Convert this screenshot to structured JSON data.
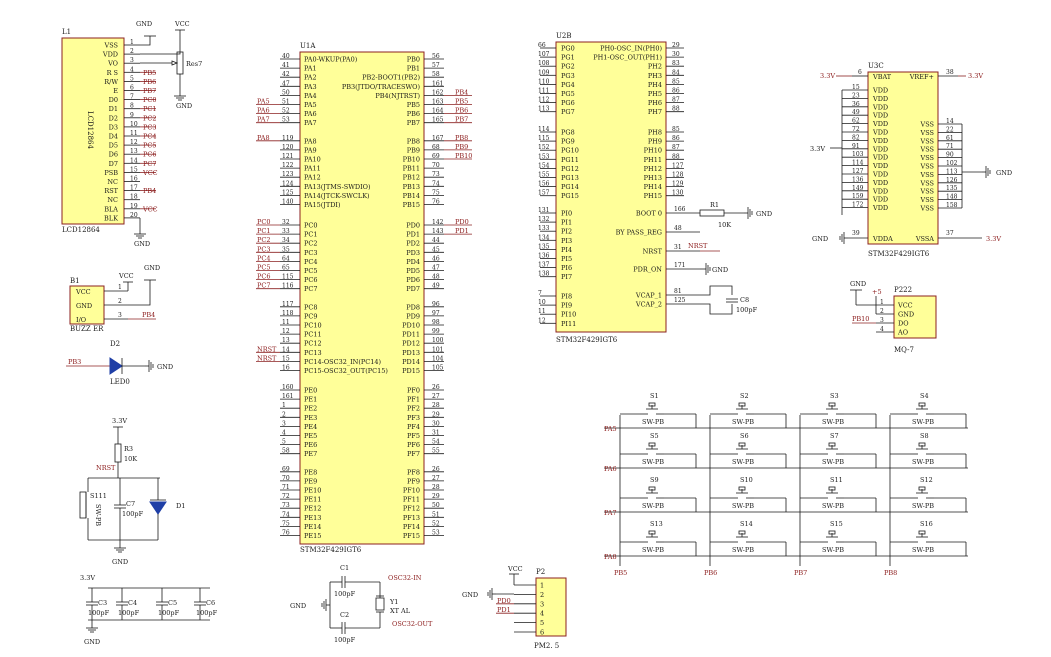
{
  "lcd": {
    "ref": "L1",
    "body": "LCD12864",
    "name": "LCD12864",
    "pins": [
      "VSS",
      "VDD",
      "VO",
      "R S",
      "R/W",
      "E",
      "D0",
      "D1",
      "D2",
      "D3",
      "D4",
      "D5",
      "D6",
      "D7",
      "PSB",
      "NC",
      "RST",
      "NC",
      "BLA",
      "BLK"
    ],
    "nums": [
      "1",
      "2",
      "3",
      "4",
      "5",
      "6",
      "7",
      "8",
      "9",
      "10",
      "11",
      "12",
      "13",
      "14",
      "15",
      "16",
      "17",
      "18",
      "19",
      "20"
    ],
    "nets": [
      "",
      "",
      "",
      "PB5",
      "PB6",
      "PB7",
      "PC0",
      "PC1",
      "PC2",
      "PC3",
      "PC4",
      "PC5",
      "PC6",
      "PC7",
      "VCC",
      "",
      "PB4",
      "",
      "VCC",
      ""
    ],
    "gnd": "GND",
    "vcc": "VCC",
    "pot": "Res7"
  },
  "buzzer": {
    "ref": "B1",
    "name": "BUZZ ER",
    "pins": [
      "VCC",
      "GND",
      "I/O"
    ],
    "nums": [
      "1",
      "2",
      "3"
    ],
    "vcc": "VCC",
    "gnd": "GND",
    "net": "PB4"
  },
  "led": {
    "ref": "D2",
    "name": "LED0",
    "net": "PB3",
    "gnd": "GND"
  },
  "reset": {
    "v": "3.3V",
    "r": "R3",
    "rval": "10K",
    "net": "NRST",
    "sw": "S111",
    "swname": "SW-PB",
    "c": "C7",
    "cval": "100pF",
    "d": "D1",
    "gnd": "GND"
  },
  "decap": {
    "v": "3.3V",
    "caps": [
      "C3",
      "C4",
      "C5",
      "C6"
    ],
    "val": "100pF",
    "gnd": "GND"
  },
  "u1a": {
    "ref": "U1A",
    "name": "STM32F429IGT6",
    "left": [
      {
        "n": "40",
        "p": "PA0-WKUP(PA0)",
        "net": ""
      },
      {
        "n": "41",
        "p": "PA1",
        "net": ""
      },
      {
        "n": "42",
        "p": "PA2",
        "net": ""
      },
      {
        "n": "47",
        "p": "PA3",
        "net": ""
      },
      {
        "n": "50",
        "p": "PA4",
        "net": ""
      },
      {
        "n": "51",
        "p": "PA5",
        "net": "PA5"
      },
      {
        "n": "52",
        "p": "PA6",
        "net": "PA6"
      },
      {
        "n": "53",
        "p": "PA7",
        "net": "PA7"
      },
      {
        "n": "119",
        "p": "PA8",
        "net": "PA8"
      },
      {
        "n": "120",
        "p": "PA9",
        "net": ""
      },
      {
        "n": "121",
        "p": "PA10",
        "net": ""
      },
      {
        "n": "122",
        "p": "PA11",
        "net": ""
      },
      {
        "n": "123",
        "p": "PA12",
        "net": ""
      },
      {
        "n": "124",
        "p": "PA13(JTMS-SWDIO)",
        "net": ""
      },
      {
        "n": "125",
        "p": "PA14(JTCK-SWCLK)",
        "net": ""
      },
      {
        "n": "140",
        "p": "PA15(JTDI)",
        "net": ""
      },
      {
        "n": "32",
        "p": "PC0",
        "net": "PC0"
      },
      {
        "n": "33",
        "p": "PC1",
        "net": "PC1"
      },
      {
        "n": "34",
        "p": "PC2",
        "net": "PC2"
      },
      {
        "n": "35",
        "p": "PC3",
        "net": "PC3"
      },
      {
        "n": "64",
        "p": "PC4",
        "net": "PC4"
      },
      {
        "n": "65",
        "p": "PC5",
        "net": "PC5"
      },
      {
        "n": "115",
        "p": "PC6",
        "net": "PC6"
      },
      {
        "n": "116",
        "p": "PC7",
        "net": "PC7"
      },
      {
        "n": "117",
        "p": "PC8",
        "net": ""
      },
      {
        "n": "118",
        "p": "PC9",
        "net": ""
      },
      {
        "n": "11",
        "p": "PC10",
        "net": ""
      },
      {
        "n": "12",
        "p": "PC11",
        "net": ""
      },
      {
        "n": "13",
        "p": "PC12",
        "net": ""
      },
      {
        "n": "14",
        "p": "PC13",
        "net": "NRST"
      },
      {
        "n": "15",
        "p": "PC14-OSC32_IN(PC14)",
        "net": "NRST"
      },
      {
        "n": "16",
        "p": "PC15-OSC32_OUT(PC15)",
        "net": ""
      },
      {
        "n": "160",
        "p": "PE0",
        "net": ""
      },
      {
        "n": "161",
        "p": "PE1",
        "net": ""
      },
      {
        "n": "1",
        "p": "PE2",
        "net": ""
      },
      {
        "n": "2",
        "p": "PE3",
        "net": ""
      },
      {
        "n": "3",
        "p": "PE4",
        "net": ""
      },
      {
        "n": "4",
        "p": "PE5",
        "net": ""
      },
      {
        "n": "5",
        "p": "PE6",
        "net": ""
      },
      {
        "n": "58",
        "p": "PE7",
        "net": ""
      },
      {
        "n": "69",
        "p": "PE8",
        "net": ""
      },
      {
        "n": "70",
        "p": "PE9",
        "net": ""
      },
      {
        "n": "71",
        "p": "PE10",
        "net": ""
      },
      {
        "n": "72",
        "p": "PE11",
        "net": ""
      },
      {
        "n": "73",
        "p": "PE12",
        "net": ""
      },
      {
        "n": "74",
        "p": "PE13",
        "net": ""
      },
      {
        "n": "75",
        "p": "PE14",
        "net": ""
      },
      {
        "n": "76",
        "p": "PE15",
        "net": ""
      }
    ],
    "right": [
      {
        "n": "56",
        "p": "PB0",
        "net": ""
      },
      {
        "n": "57",
        "p": "PB1",
        "net": ""
      },
      {
        "n": "58",
        "p": "PB2-BOOT1(PB2)",
        "net": ""
      },
      {
        "n": "161",
        "p": "PB3(JTDO/TRACESWO)",
        "net": ""
      },
      {
        "n": "162",
        "p": "PB4(NJTRST)",
        "net": "PB4"
      },
      {
        "n": "163",
        "p": "PB5",
        "net": "PB5"
      },
      {
        "n": "164",
        "p": "PB6",
        "net": "PB6"
      },
      {
        "n": "165",
        "p": "PB7",
        "net": "PB7"
      },
      {
        "n": "167",
        "p": "PB8",
        "net": "PB8"
      },
      {
        "n": "68",
        "p": "PB9",
        "net": "PB9"
      },
      {
        "n": "69",
        "p": "PB10",
        "net": "PB10"
      },
      {
        "n": "70",
        "p": "PB11",
        "net": ""
      },
      {
        "n": "73",
        "p": "PB12",
        "net": ""
      },
      {
        "n": "74",
        "p": "PB13",
        "net": ""
      },
      {
        "n": "75",
        "p": "PB14",
        "net": ""
      },
      {
        "n": "76",
        "p": "PB15",
        "net": ""
      },
      {
        "n": "142",
        "p": "PD0",
        "net": "PD0"
      },
      {
        "n": "143",
        "p": "PD1",
        "net": "PD1"
      },
      {
        "n": "44",
        "p": "PD2",
        "net": ""
      },
      {
        "n": "45",
        "p": "PD3",
        "net": ""
      },
      {
        "n": "46",
        "p": "PD4",
        "net": ""
      },
      {
        "n": "47",
        "p": "PD5",
        "net": ""
      },
      {
        "n": "48",
        "p": "PD6",
        "net": ""
      },
      {
        "n": "49",
        "p": "PD7",
        "net": ""
      },
      {
        "n": "96",
        "p": "PD8",
        "net": ""
      },
      {
        "n": "97",
        "p": "PD9",
        "net": ""
      },
      {
        "n": "98",
        "p": "PD10",
        "net": ""
      },
      {
        "n": "99",
        "p": "PD11",
        "net": ""
      },
      {
        "n": "100",
        "p": "PD12",
        "net": ""
      },
      {
        "n": "101",
        "p": "PD13",
        "net": ""
      },
      {
        "n": "104",
        "p": "PD14",
        "net": ""
      },
      {
        "n": "105",
        "p": "PD15",
        "net": ""
      },
      {
        "n": "26",
        "p": "PF0",
        "net": ""
      },
      {
        "n": "27",
        "p": "PF1",
        "net": ""
      },
      {
        "n": "28",
        "p": "PF2",
        "net": ""
      },
      {
        "n": "29",
        "p": "PF3",
        "net": ""
      },
      {
        "n": "30",
        "p": "PF4",
        "net": ""
      },
      {
        "n": "31",
        "p": "PF5",
        "net": ""
      },
      {
        "n": "54",
        "p": "PF6",
        "net": ""
      },
      {
        "n": "55",
        "p": "PF7",
        "net": ""
      },
      {
        "n": "26",
        "p": "PF8",
        "net": ""
      },
      {
        "n": "27",
        "p": "PF9",
        "net": ""
      },
      {
        "n": "28",
        "p": "PF10",
        "net": ""
      },
      {
        "n": "29",
        "p": "PF11",
        "net": ""
      },
      {
        "n": "50",
        "p": "PF12",
        "net": ""
      },
      {
        "n": "51",
        "p": "PF13",
        "net": ""
      },
      {
        "n": "52",
        "p": "PF14",
        "net": ""
      },
      {
        "n": "53",
        "p": "PF15",
        "net": ""
      }
    ]
  },
  "u2b": {
    "ref": "U2B",
    "name": "STM32F429IGT6",
    "left": [
      {
        "n": "66",
        "p": "PG0"
      },
      {
        "n": "107",
        "p": "PG1"
      },
      {
        "n": "108",
        "p": "PG2"
      },
      {
        "n": "109",
        "p": "PG3"
      },
      {
        "n": "110",
        "p": "PG4"
      },
      {
        "n": "111",
        "p": "PG5"
      },
      {
        "n": "112",
        "p": "PG6"
      },
      {
        "n": "113",
        "p": "PG7"
      },
      {
        "n": "114",
        "p": "PG8"
      },
      {
        "n": "115",
        "p": "PG9"
      },
      {
        "n": "152",
        "p": "PG10"
      },
      {
        "n": "153",
        "p": "PG11"
      },
      {
        "n": "154",
        "p": "PG12"
      },
      {
        "n": "155",
        "p": "PG13"
      },
      {
        "n": "156",
        "p": "PG14"
      },
      {
        "n": "157",
        "p": "PG15"
      },
      {
        "n": "131",
        "p": "PI0"
      },
      {
        "n": "132",
        "p": "PI1"
      },
      {
        "n": "133",
        "p": "PI2"
      },
      {
        "n": "134",
        "p": "PI3"
      },
      {
        "n": "135",
        "p": "PI4"
      },
      {
        "n": "136",
        "p": "PI5"
      },
      {
        "n": "137",
        "p": "PI6"
      },
      {
        "n": "138",
        "p": "PI7"
      },
      {
        "n": "7",
        "p": "PI8"
      },
      {
        "n": "10",
        "p": "PI9"
      },
      {
        "n": "11",
        "p": "PI10"
      },
      {
        "n": "12",
        "p": "PI11"
      }
    ],
    "right": [
      {
        "n": "29",
        "p": "PH0-OSC_IN(PH0)"
      },
      {
        "n": "30",
        "p": "PH1-OSC_OUT(PH1)"
      },
      {
        "n": "83",
        "p": "PH2"
      },
      {
        "n": "84",
        "p": "PH3"
      },
      {
        "n": "85",
        "p": "PH4"
      },
      {
        "n": "86",
        "p": "PH5"
      },
      {
        "n": "87",
        "p": "PH6"
      },
      {
        "n": "88",
        "p": "PH7"
      },
      {
        "n": "85",
        "p": "PH8"
      },
      {
        "n": "86",
        "p": "PH9"
      },
      {
        "n": "87",
        "p": "PH10"
      },
      {
        "n": "88",
        "p": "PH11"
      },
      {
        "n": "127",
        "p": "PH12"
      },
      {
        "n": "128",
        "p": "PH13"
      },
      {
        "n": "129",
        "p": "PH14"
      },
      {
        "n": "130",
        "p": "PH15"
      }
    ],
    "special": [
      {
        "n": "166",
        "p": "BOOT 0"
      },
      {
        "n": "48",
        "p": "BY PASS_REG"
      },
      {
        "n": "31",
        "p": "NRST"
      },
      {
        "n": "171",
        "p": "PDR_ON"
      },
      {
        "n": "81",
        "p": "VCAP_1"
      },
      {
        "n": "125",
        "p": "VCAP_2"
      }
    ],
    "r1": "R1",
    "r1val": "10K",
    "nrst": "NRST",
    "gnd": "GND",
    "c8": "C8",
    "c8val": "100pF"
  },
  "u3c": {
    "ref": "U3C",
    "name": "STM32F429IGT6",
    "vbat": {
      "n": "6",
      "p": "VBAT",
      "v": "3.3V"
    },
    "vref": {
      "n": "38",
      "p": "VREF+",
      "v": "3.3V"
    },
    "vdd": [
      "15",
      "23",
      "36",
      "49",
      "62",
      "72",
      "82",
      "91",
      "103",
      "114",
      "127",
      "136",
      "149",
      "159",
      "172"
    ],
    "vss": [
      "14",
      "22",
      "61",
      "71",
      "90",
      "102",
      "113",
      "126",
      "135",
      "148",
      "158"
    ],
    "vdda": {
      "n": "39",
      "p": "VDDA"
    },
    "vssa": {
      "n": "37",
      "p": "VSSA",
      "v": "3.3V"
    },
    "vddlabel": "VDD",
    "vsslabel": "VSS",
    "v33": "3.3V",
    "gnd": "GND"
  },
  "mq7": {
    "ref": "P222",
    "name": "MQ-7",
    "pins": [
      "VCC",
      "GND",
      "DO",
      "AO"
    ],
    "nums": [
      "1",
      "2",
      "3",
      "4"
    ],
    "gnd": "GND",
    "plus": "+5",
    "net": "PB10"
  },
  "osc": {
    "c1": "C1",
    "c2": "C2",
    "val": "100pF",
    "y": "Y1",
    "ylabel": "XT AL",
    "in": "OSC32-IN",
    "out": "OSC32-OUT",
    "gnd": "GND"
  },
  "header": {
    "ref": "P2",
    "name": "PM2. 5",
    "vcc": "VCC",
    "gnd": "GND",
    "nets": [
      "",
      "",
      "PD0",
      "PD1",
      "",
      ""
    ],
    "nums": [
      "1",
      "2",
      "3",
      "4",
      "5",
      "6"
    ]
  },
  "keypad": {
    "rows": [
      "PA5",
      "PA6",
      "PA7",
      "PA8"
    ],
    "cols": [
      "PB5",
      "PB6",
      "PB7",
      "PB8"
    ],
    "keys": [
      [
        "S1",
        "S2",
        "S3",
        "S4"
      ],
      [
        "S5",
        "S6",
        "S7",
        "S8"
      ],
      [
        "S9",
        "S10",
        "S11",
        "S12"
      ],
      [
        "S13",
        "S14",
        "S15",
        "S16"
      ]
    ],
    "swname": "SW-PB"
  }
}
